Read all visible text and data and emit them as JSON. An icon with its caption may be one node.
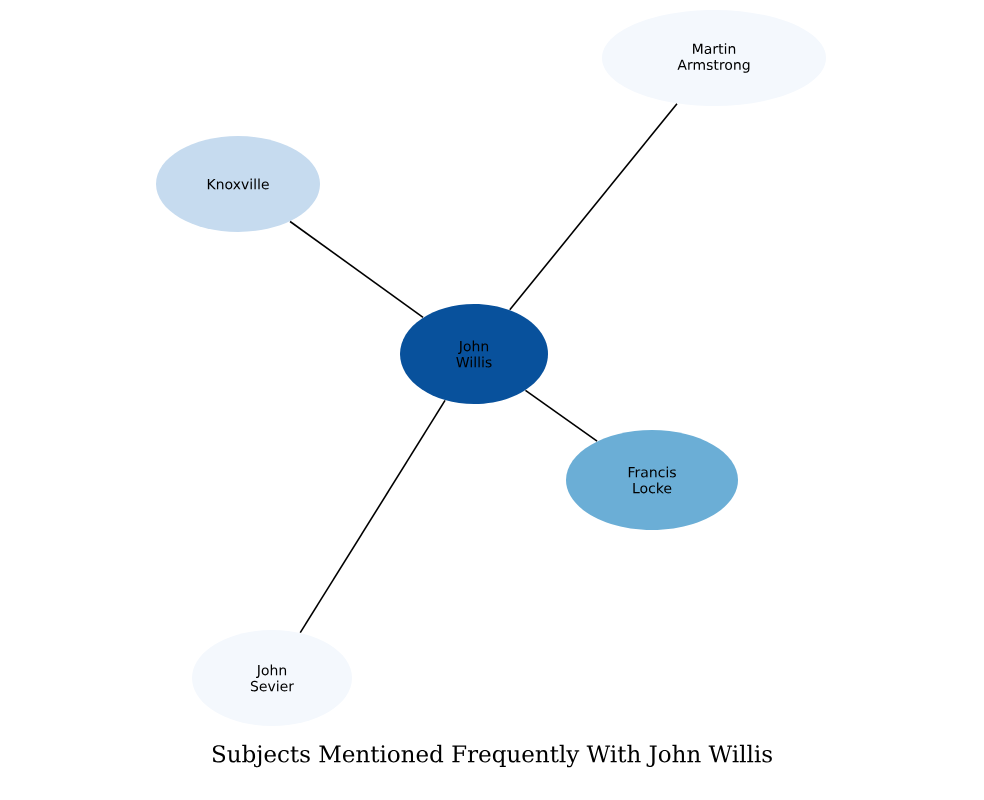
{
  "diagram": {
    "title": "Subjects Mentioned Frequently With John Willis",
    "nodes": [
      {
        "text": [
          "Martin Armstrong"
        ]
      },
      {
        "text": [
          "Knoxville"
        ]
      },
      {
        "text": [
          "John Willis"
        ]
      },
      {
        "text": [
          "Francis Locke"
        ]
      },
      {
        "text": [
          "John Sevier"
        ]
      }
    ],
    "edges": [
      {
        "from": 2,
        "to": 0,
        "arrow": "none"
      },
      {
        "from": 2,
        "to": 1,
        "arrow": "none"
      },
      {
        "from": 2,
        "to": 3,
        "arrow": "none"
      },
      {
        "from": 2,
        "to": 4,
        "arrow": "none"
      }
    ]
  }
}
